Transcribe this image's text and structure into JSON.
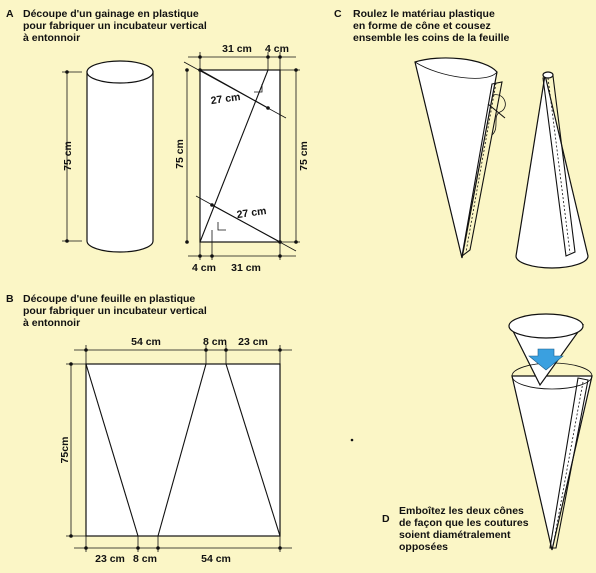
{
  "sections": {
    "a": {
      "letter": "A",
      "lines": [
        "Découpe d'un gainage en plastique",
        "pour fabriquer un incubateur vertical",
        "à entonnoir"
      ]
    },
    "b": {
      "letter": "B",
      "lines": [
        "Découpe d'une feuille en plastique",
        "pour fabriquer un incubateur vertical",
        "à entonnoir"
      ]
    },
    "c": {
      "letter": "C",
      "lines": [
        "Roulez le matériau plastique",
        "en forme de cône et cousez",
        "ensemble les coins de la feuille"
      ]
    },
    "d": {
      "letter": "D",
      "lines": [
        "Emboîtez les deux cônes",
        "de façon que les coutures",
        "soient diamétralement",
        "opposées"
      ]
    }
  },
  "dims": {
    "a_height_left": "75 cm",
    "a_height_mid": "75 cm",
    "a_height_right": "75 cm",
    "a_top_31": "31 cm",
    "a_top_4": "4 cm",
    "a_diag_top": "27 cm",
    "a_diag_bottom": "27 cm",
    "a_bottom_4": "4 cm",
    "a_bottom_31": "31 cm",
    "b_top_54": "54 cm",
    "b_top_8": "8 cm",
    "b_top_23": "23 cm",
    "b_height": "75cm",
    "b_bottom_23": "23 cm",
    "b_bottom_8": "8 cm",
    "b_bottom_54": "54 cm"
  },
  "colors": {
    "background": "#fbf6c6",
    "arrow": "#3aa0e0"
  }
}
